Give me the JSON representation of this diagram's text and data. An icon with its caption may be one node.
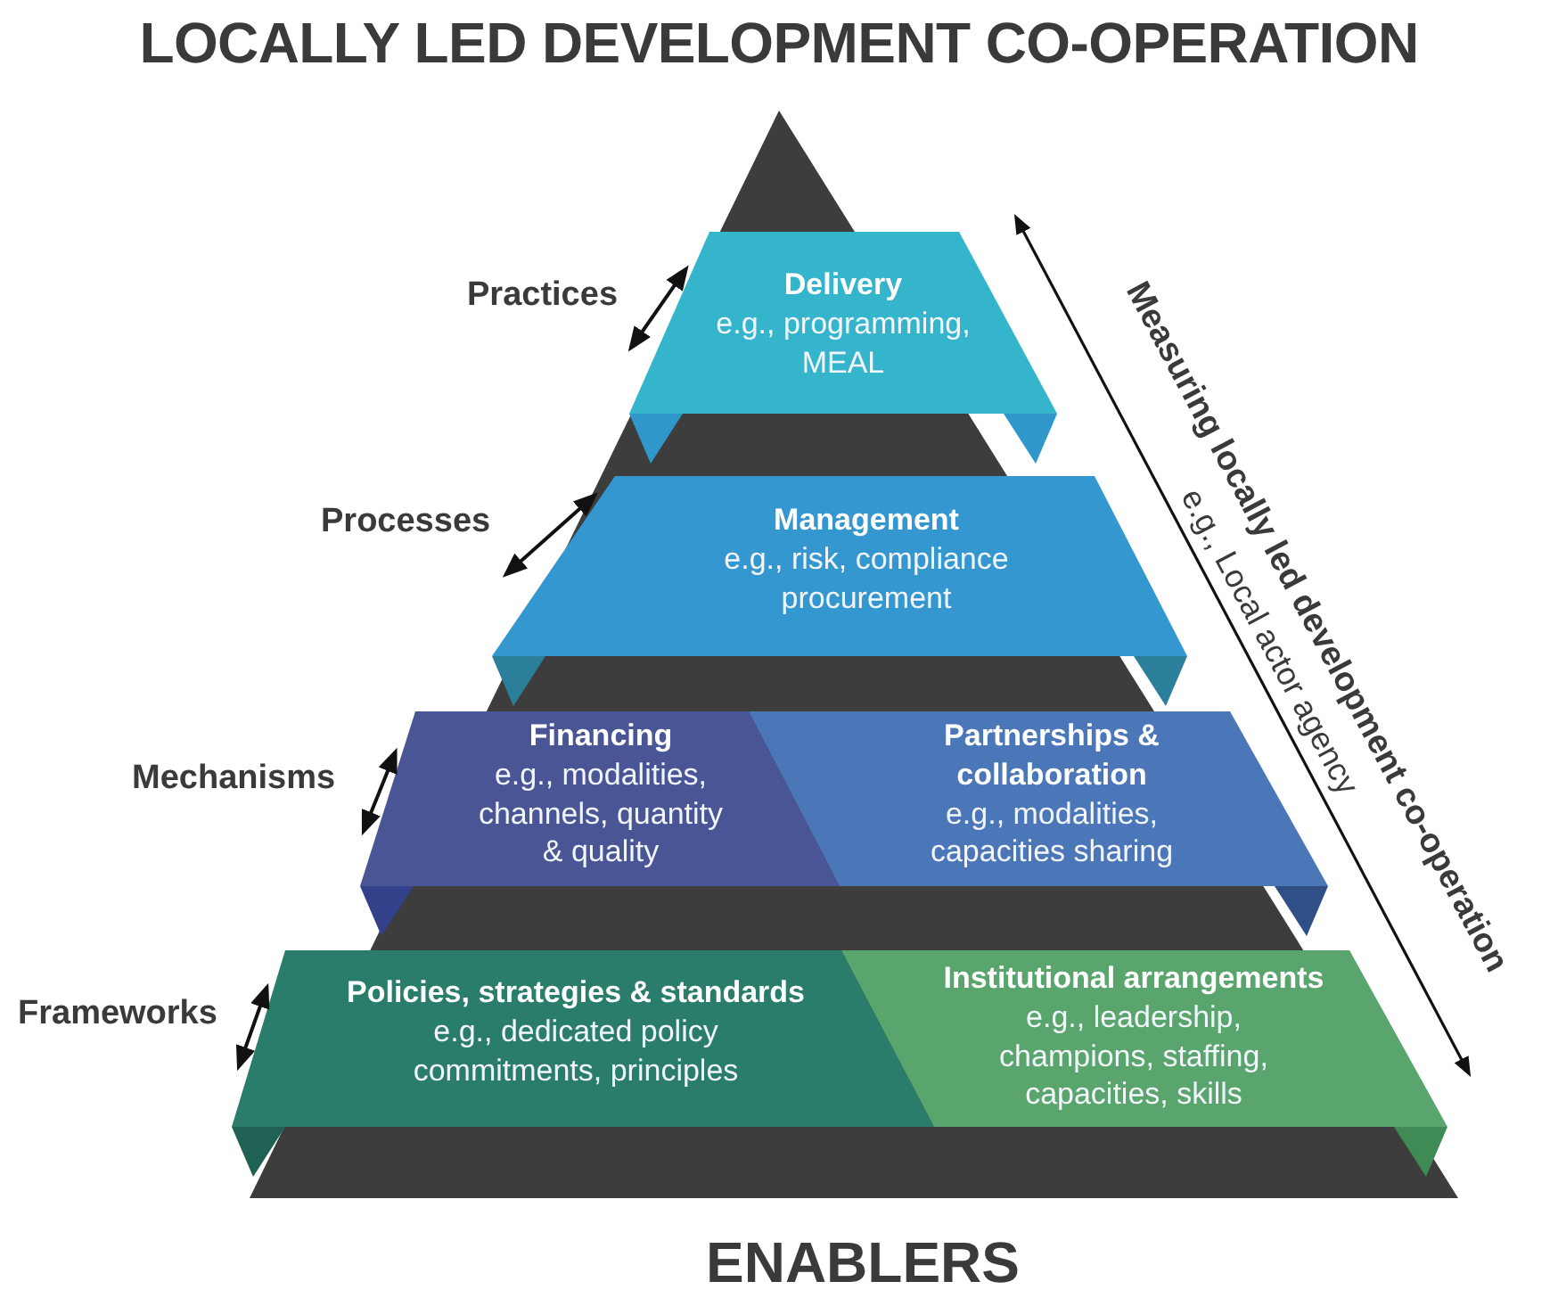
{
  "diagram": {
    "title": "LOCALLY LED DEVELOPMENT CO-OPERATION",
    "caption": "ENABLERS",
    "nodes": [
      {
        "text": [
          "Delivery",
          "e.g., programming, MEAL"
        ]
      },
      {
        "text": [
          "Management",
          "e.g., risk, compliance procurement"
        ]
      },
      {
        "text": [
          "Financing",
          "e.g., modalities, channels, quantity & quality"
        ]
      },
      {
        "text": [
          "Partnerships & collaboration",
          "e.g., modalities, capacities sharing"
        ]
      },
      {
        "text": [
          "Policies, strategies & standards",
          "e.g., dedicated policy commitments, principles"
        ]
      },
      {
        "text": [
          "Institutional arrangements",
          "e.g., leadership, champions, staffing, capacities, skills"
        ]
      },
      {
        "text": [
          "Practices"
        ]
      },
      {
        "text": [
          "Processes"
        ]
      },
      {
        "text": [
          "Mechanisms"
        ]
      },
      {
        "text": [
          "Frameworks"
        ]
      }
    ],
    "edges": [
      {
        "from": 6,
        "to": 0,
        "arrow": "both"
      },
      {
        "from": 7,
        "to": 1,
        "arrow": "both"
      },
      {
        "from": 8,
        "to": 2,
        "arrow": "both"
      },
      {
        "from": 9,
        "to": 4,
        "arrow": "both"
      }
    ],
    "labels": [
      "Measuring locally led development co-operation",
      "e.g., Local actor agency"
    ]
  }
}
